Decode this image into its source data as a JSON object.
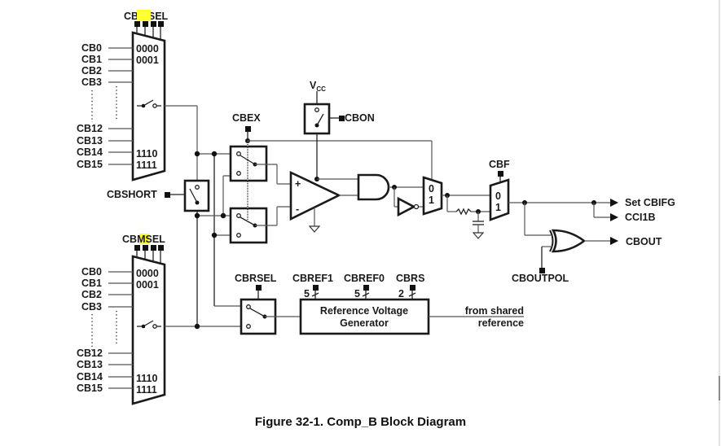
{
  "figure": {
    "caption": "Figure 32-1. Comp_B Block Diagram"
  },
  "mux_plus": {
    "select_label_prefix": "CB",
    "select_label_highlight": "IP",
    "select_label_suffix": "SEL",
    "inputs": [
      "CB0",
      "CB1",
      "CB2",
      "CB3",
      "CB12",
      "CB13",
      "CB14",
      "CB15"
    ],
    "codes": [
      "0000",
      "0001",
      "1110",
      "1111"
    ]
  },
  "mux_minus": {
    "select_label_prefix": "CB",
    "select_label_highlight": "M",
    "select_label_suffix": "SEL",
    "inputs": [
      "CB0",
      "CB1",
      "CB2",
      "CB3",
      "CB12",
      "CB13",
      "CB14",
      "CB15"
    ],
    "codes": [
      "0000",
      "0001",
      "1110",
      "1111"
    ]
  },
  "controls": {
    "cbex": "CBEX",
    "cbshort": "CBSHORT",
    "cbon": "CBON",
    "vcc_main": "V",
    "vcc_sub": "CC",
    "cbf": "CBF",
    "cboutpol": "CBOUTPOL",
    "cbrsel": "CBRSEL",
    "cbref1": "CBREF1",
    "cbref0": "CBREF0",
    "cbrs": "CBRS",
    "cbref1_bits": "5",
    "cbref0_bits": "5",
    "cbrs_bits": "2"
  },
  "comparator": {
    "plus": "+",
    "minus": "-"
  },
  "mux_out": {
    "in0": "0",
    "in1": "1"
  },
  "mux_filter": {
    "in0": "0",
    "in1": "1"
  },
  "reference": {
    "line1": "Reference Voltage",
    "line2": "Generator",
    "shared1": "from shared",
    "shared2": "reference"
  },
  "outputs": {
    "set_cbifg": "Set CBIFG",
    "cci1b": "CCI1B",
    "cbout": "CBOUT"
  }
}
